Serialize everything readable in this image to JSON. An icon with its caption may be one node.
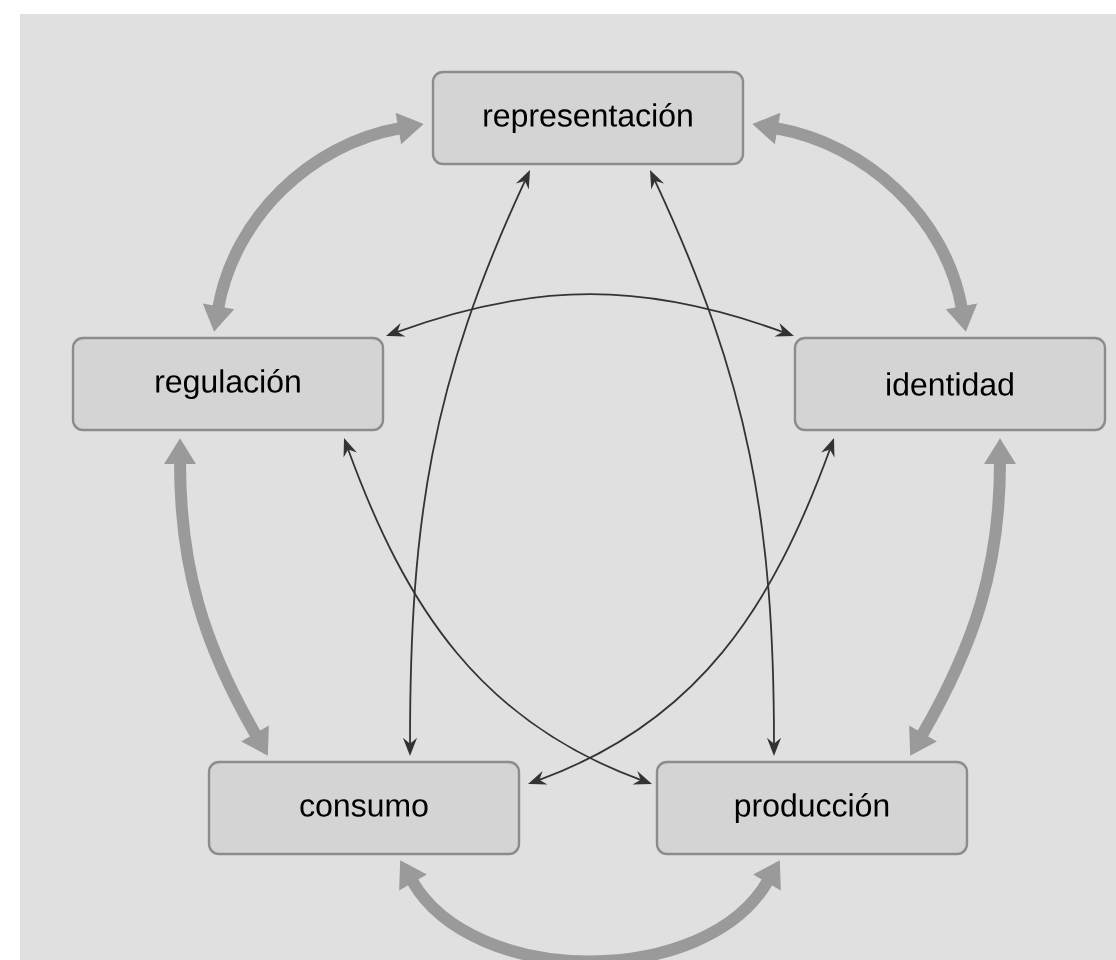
{
  "diagram": {
    "nodes": [
      {
        "text": [
          "representación"
        ]
      },
      {
        "text": [
          "regulación"
        ]
      },
      {
        "text": [
          "identidad"
        ]
      },
      {
        "text": [
          "consumo"
        ]
      },
      {
        "text": [
          "producción"
        ]
      }
    ],
    "edges": [
      {
        "from": 0,
        "to": 1,
        "arrow": "both",
        "style": "thick",
        "color": "#9a9a9a"
      },
      {
        "from": 0,
        "to": 2,
        "arrow": "both",
        "style": "thick",
        "color": "#9a9a9a"
      },
      {
        "from": 1,
        "to": 3,
        "arrow": "both",
        "style": "thick",
        "color": "#9a9a9a"
      },
      {
        "from": 2,
        "to": 4,
        "arrow": "both",
        "style": "thick",
        "color": "#9a9a9a"
      },
      {
        "from": 3,
        "to": 4,
        "arrow": "both",
        "style": "thick",
        "color": "#9a9a9a"
      },
      {
        "from": 0,
        "to": 3,
        "arrow": "both",
        "color": "#333333"
      },
      {
        "from": 0,
        "to": 4,
        "arrow": "both",
        "color": "#333333"
      },
      {
        "from": 1,
        "to": 2,
        "arrow": "both",
        "color": "#333333"
      },
      {
        "from": 1,
        "to": 4,
        "arrow": "both",
        "color": "#333333"
      },
      {
        "from": 2,
        "to": 3,
        "arrow": "both",
        "color": "#333333"
      }
    ]
  }
}
